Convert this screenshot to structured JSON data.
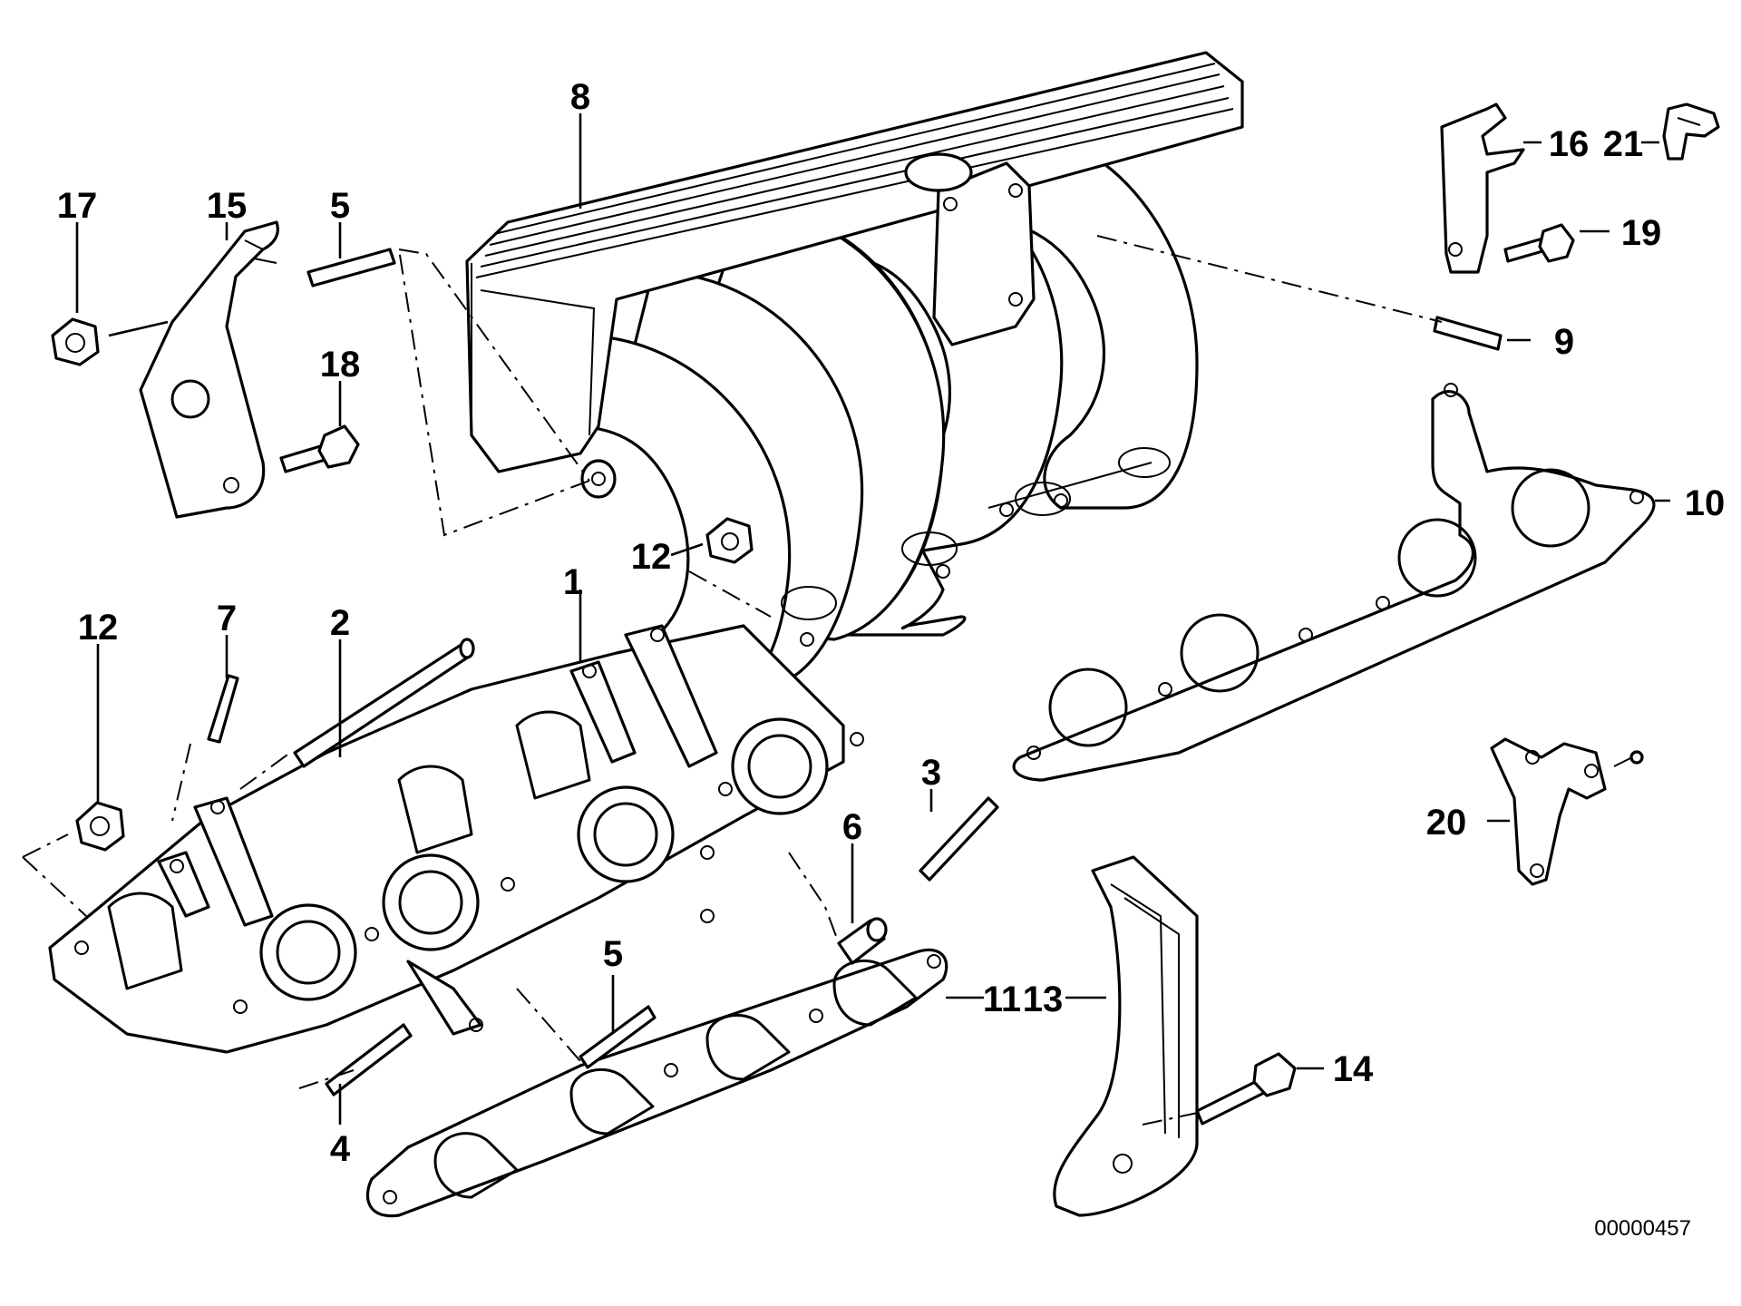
{
  "diagram": {
    "reference_number": "00000457",
    "callouts": [
      {
        "id": "c1",
        "text": "1"
      },
      {
        "id": "c2",
        "text": "2"
      },
      {
        "id": "c3",
        "text": "3"
      },
      {
        "id": "c4",
        "text": "4"
      },
      {
        "id": "c5a",
        "text": "5"
      },
      {
        "id": "c5b",
        "text": "5"
      },
      {
        "id": "c6",
        "text": "6"
      },
      {
        "id": "c7",
        "text": "7"
      },
      {
        "id": "c8",
        "text": "8"
      },
      {
        "id": "c9",
        "text": "9"
      },
      {
        "id": "c10",
        "text": "10"
      },
      {
        "id": "c11",
        "text": "11"
      },
      {
        "id": "c12a",
        "text": "12"
      },
      {
        "id": "c12b",
        "text": "12"
      },
      {
        "id": "c13",
        "text": "13"
      },
      {
        "id": "c14",
        "text": "14"
      },
      {
        "id": "c15",
        "text": "15"
      },
      {
        "id": "c16",
        "text": "16"
      },
      {
        "id": "c17",
        "text": "17"
      },
      {
        "id": "c18",
        "text": "18"
      },
      {
        "id": "c19",
        "text": "19"
      },
      {
        "id": "c20",
        "text": "20"
      },
      {
        "id": "c21",
        "text": "21"
      }
    ]
  }
}
